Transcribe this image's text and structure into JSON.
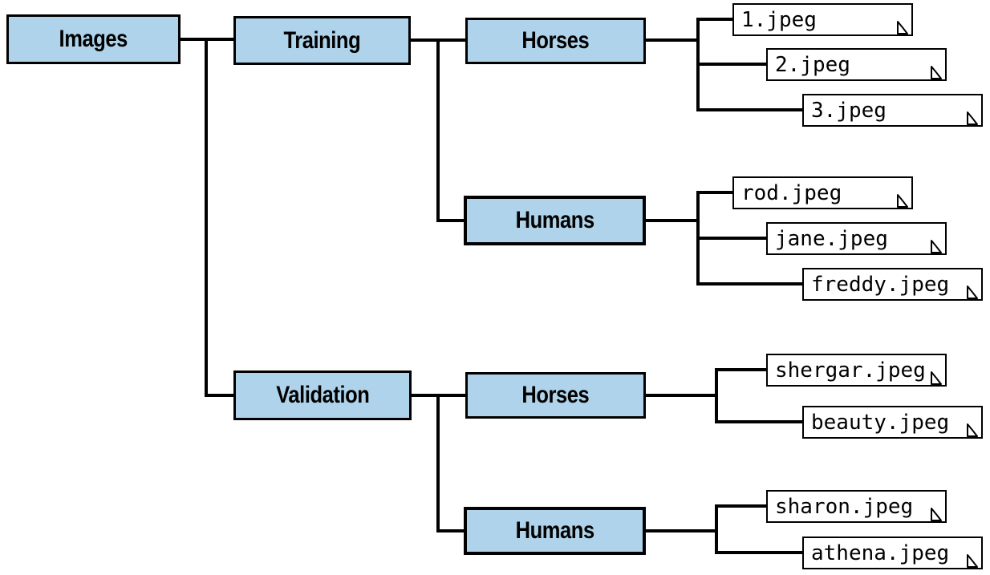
{
  "diagram_type": "directory-tree",
  "colors": {
    "folder_fill": "#AED3EA",
    "file_fill": "#FFFFFF",
    "line": "#000000",
    "background": "#FFFFFF"
  },
  "nodes": {
    "root": {
      "label": "Images"
    },
    "training": {
      "label": "Training"
    },
    "validation": {
      "label": "Validation"
    },
    "training_horses": {
      "label": "Horses"
    },
    "training_humans": {
      "label": "Humans"
    },
    "validation_horses": {
      "label": "Horses"
    },
    "validation_humans": {
      "label": "Humans"
    }
  },
  "files": {
    "training_horses": [
      "1.jpeg",
      "2.jpeg",
      "3.jpeg"
    ],
    "training_humans": [
      "rod.jpeg",
      "jane.jpeg",
      "freddy.jpeg"
    ],
    "validation_horses": [
      "shergar.jpeg",
      "beauty.jpeg"
    ],
    "validation_humans": [
      "sharon.jpeg",
      "athena.jpeg"
    ]
  }
}
